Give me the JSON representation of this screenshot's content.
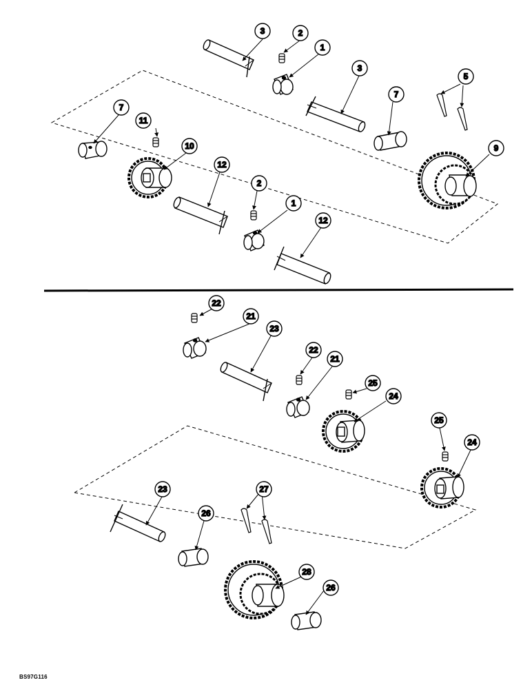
{
  "callouts": {
    "c3a": "3",
    "c2a": "2",
    "c1a": "1",
    "c3b": "3",
    "c5": "5",
    "c7a": "7",
    "c11": "11",
    "c10": "10",
    "c7b": "7",
    "c9": "9",
    "c12a": "12",
    "c2b": "2",
    "c1b": "1",
    "c12b": "12",
    "c22a": "22",
    "c21a": "21",
    "c23a": "23",
    "c22b": "22",
    "c21b": "21",
    "c25a": "25",
    "c24a": "24",
    "c25b": "25",
    "c24b": "24",
    "c23b": "23",
    "c27": "27",
    "c26a": "26",
    "c28": "28",
    "c26b": "26"
  },
  "footer": {
    "ref_code": "BS97G116"
  }
}
